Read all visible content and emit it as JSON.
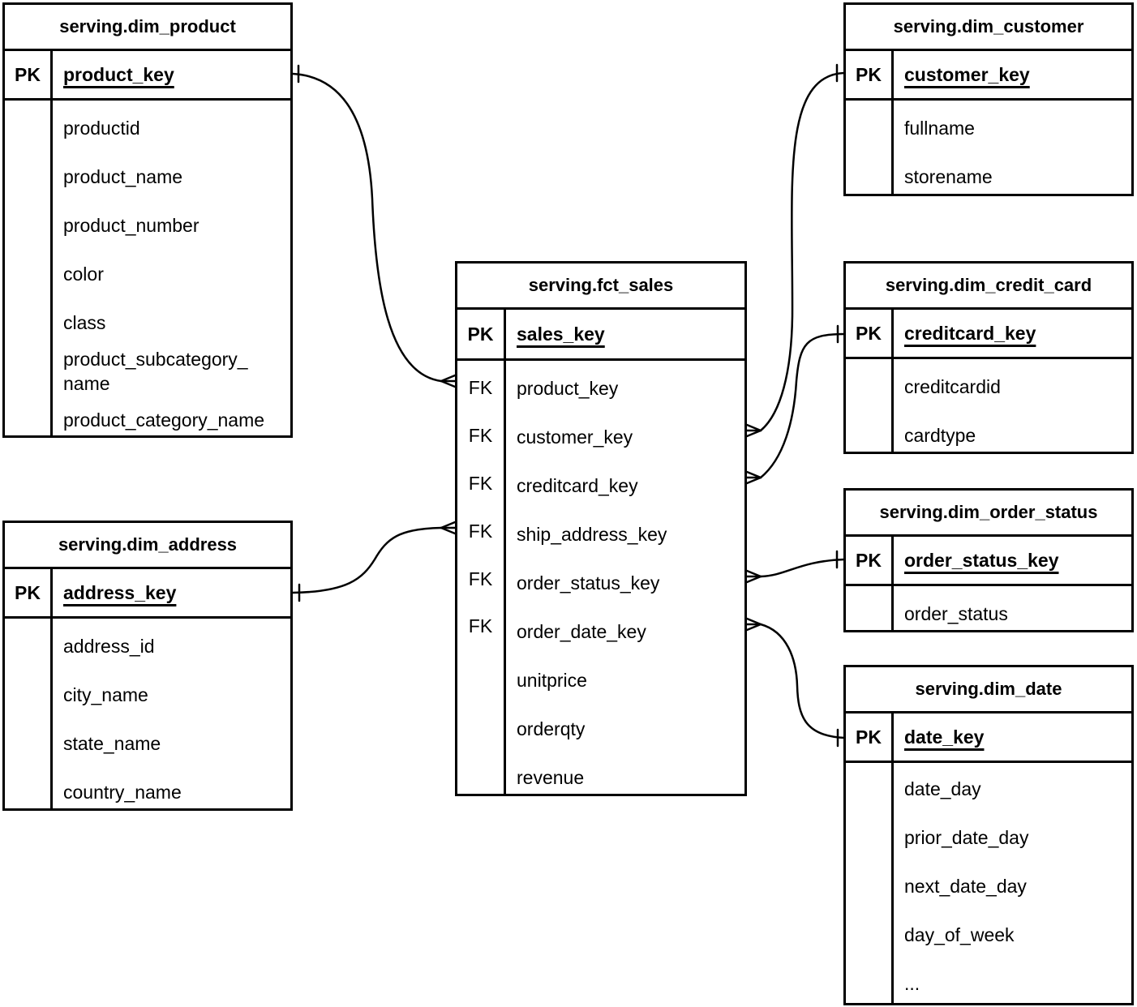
{
  "tables": {
    "dim_product": {
      "title": "serving.dim_product",
      "pk_label": "PK",
      "pk_field": "product_key",
      "fields": [
        "productid",
        "product_name",
        "product_number",
        "color",
        "class",
        "product_subcategory_name",
        "product_category_name"
      ]
    },
    "dim_customer": {
      "title": "serving.dim_customer",
      "pk_label": "PK",
      "pk_field": "customer_key",
      "fields": [
        "fullname",
        "storename"
      ]
    },
    "fct_sales": {
      "title": "serving.fct_sales",
      "pk_label": "PK",
      "pk_field": "sales_key",
      "rows": [
        {
          "key": "FK",
          "name": "product_key"
        },
        {
          "key": "FK",
          "name": "customer_key"
        },
        {
          "key": "FK",
          "name": "creditcard_key"
        },
        {
          "key": "FK",
          "name": "ship_address_key"
        },
        {
          "key": "FK",
          "name": "order_status_key"
        },
        {
          "key": "FK",
          "name": "order_date_key"
        },
        {
          "key": "",
          "name": "unitprice"
        },
        {
          "key": "",
          "name": "orderqty"
        },
        {
          "key": "",
          "name": "revenue"
        }
      ]
    },
    "dim_credit_card": {
      "title": "serving.dim_credit_card",
      "pk_label": "PK",
      "pk_field": "creditcard_key",
      "fields": [
        "creditcardid",
        "cardtype"
      ]
    },
    "dim_order_status": {
      "title": "serving.dim_order_status",
      "pk_label": "PK",
      "pk_field": "order_status_key",
      "fields": [
        "order_status"
      ]
    },
    "dim_date": {
      "title": "serving.dim_date",
      "pk_label": "PK",
      "pk_field": "date_key",
      "fields": [
        "date_day",
        "prior_date_day",
        "next_date_day",
        "day_of_week",
        "..."
      ]
    },
    "dim_address": {
      "title": "serving.dim_address",
      "pk_label": "PK",
      "pk_field": "address_key",
      "fields": [
        "address_id",
        "city_name",
        "state_name",
        "country_name"
      ]
    }
  },
  "relationships": [
    {
      "from": {
        "table": "serving.fct_sales",
        "field": "product_key",
        "cardinality": "many"
      },
      "to": {
        "table": "serving.dim_product",
        "field": "product_key",
        "cardinality": "one"
      }
    },
    {
      "from": {
        "table": "serving.fct_sales",
        "field": "customer_key",
        "cardinality": "many"
      },
      "to": {
        "table": "serving.dim_customer",
        "field": "customer_key",
        "cardinality": "one"
      }
    },
    {
      "from": {
        "table": "serving.fct_sales",
        "field": "creditcard_key",
        "cardinality": "many"
      },
      "to": {
        "table": "serving.dim_credit_card",
        "field": "creditcard_key",
        "cardinality": "one"
      }
    },
    {
      "from": {
        "table": "serving.fct_sales",
        "field": "ship_address_key",
        "cardinality": "many"
      },
      "to": {
        "table": "serving.dim_address",
        "field": "address_key",
        "cardinality": "one"
      }
    },
    {
      "from": {
        "table": "serving.fct_sales",
        "field": "order_status_key",
        "cardinality": "many"
      },
      "to": {
        "table": "serving.dim_order_status",
        "field": "order_status_key",
        "cardinality": "one"
      }
    },
    {
      "from": {
        "table": "serving.fct_sales",
        "field": "order_date_key",
        "cardinality": "many"
      },
      "to": {
        "table": "serving.dim_date",
        "field": "date_key",
        "cardinality": "one"
      }
    }
  ],
  "colors": {
    "background": "#ffffff",
    "line": "#000000",
    "text": "#000000"
  }
}
